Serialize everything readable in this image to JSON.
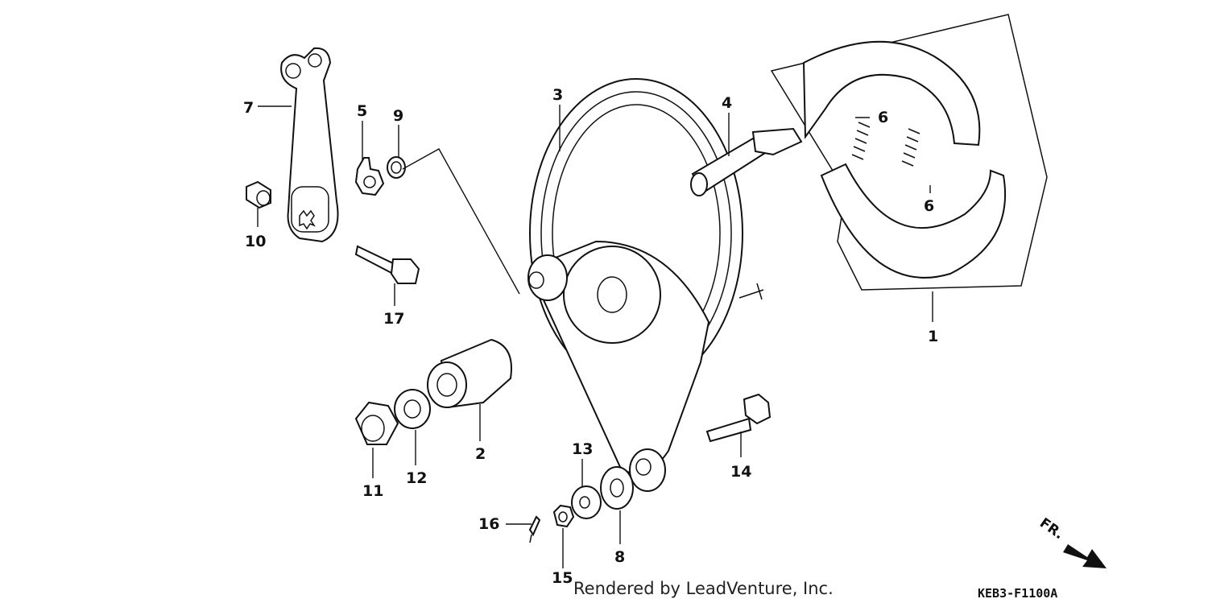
{
  "callouts": {
    "c1": "1",
    "c2": "2",
    "c3": "3",
    "c4": "4",
    "c5": "5",
    "c6a": "6",
    "c6b": "6",
    "c7": "7",
    "c8": "8",
    "c9": "9",
    "c10": "10",
    "c11": "11",
    "c12": "12",
    "c13": "13",
    "c14": "14",
    "c15": "15",
    "c16": "16",
    "c17": "17"
  },
  "credit": "Rendered by LeadVenture, Inc.",
  "diagram_code": "KEB3-F1100A",
  "direction_label": "FR."
}
